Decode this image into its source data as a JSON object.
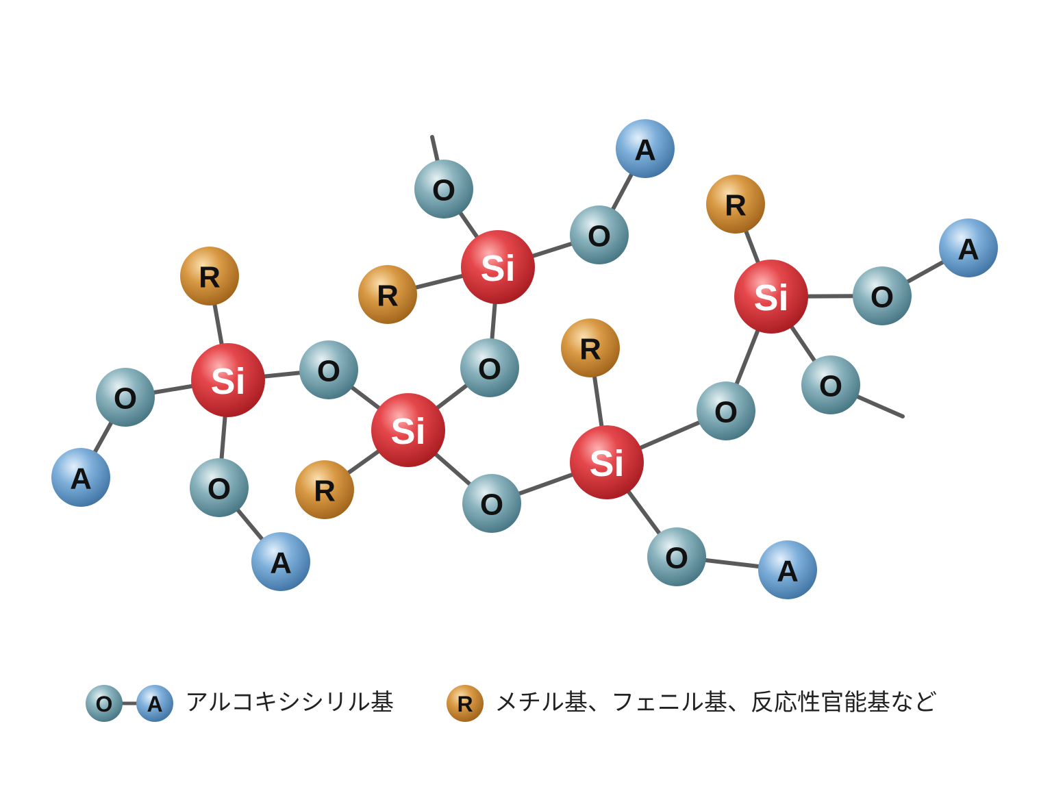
{
  "atoms": {
    "si": "Si",
    "o": "O",
    "a": "A",
    "r": "R"
  },
  "legend": {
    "alkoxysilyl": "アルコキシシリル基",
    "organic": "メチル基、フェニル基、反応性官能基など"
  },
  "colors": {
    "bond": "#5a5a5a",
    "si_fill": "#d8353c",
    "o_fill": "#6f9aa6",
    "a_fill": "#5f95c8",
    "r_fill": "#cf8a2c",
    "si_text": "#ffffff",
    "dark_text": "#111111"
  }
}
